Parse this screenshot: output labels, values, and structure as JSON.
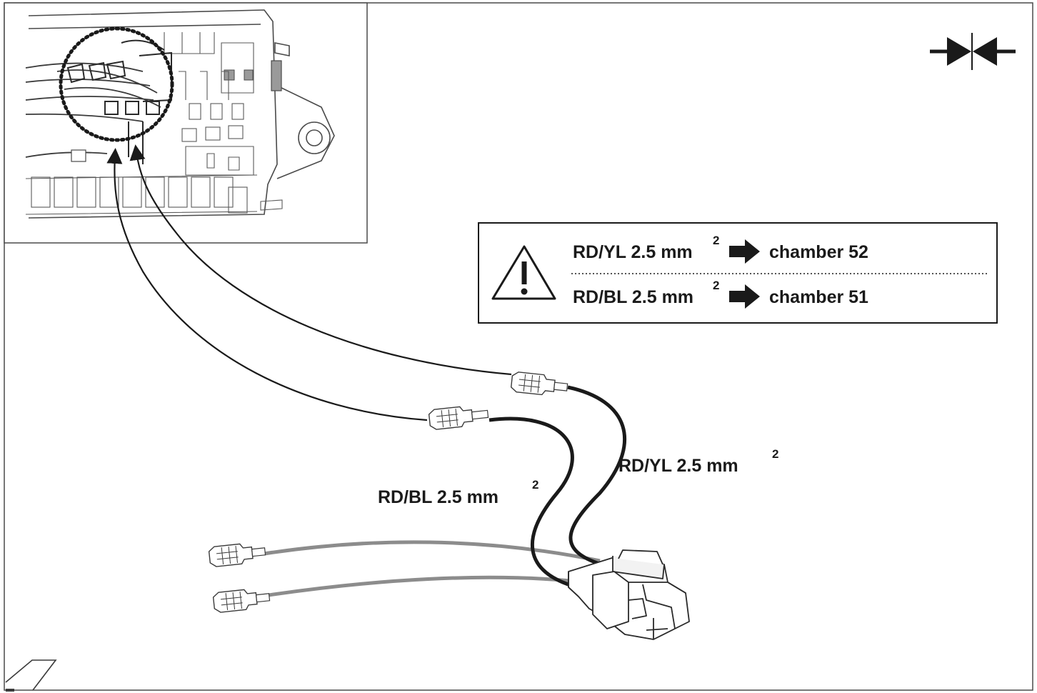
{
  "colors": {
    "wire_black": "#1a1a1a",
    "wire_grey": "#8c8c8c",
    "outline": "#4a4a4a",
    "text": "#1a1a1a"
  },
  "icons": {
    "compress": "compress-arrows-icon",
    "warning": "warning-triangle-icon",
    "arrow": "right-arrow-icon"
  },
  "notice": {
    "row1": {
      "wire": "RD/YL 2.5 mm",
      "exp": "2",
      "target": "chamber 52"
    },
    "row2": {
      "wire": "RD/BL 2.5 mm",
      "exp": "2",
      "target": "chamber 51"
    }
  },
  "labels": {
    "yellow_wire": {
      "text": "RD/YL 2.5 mm",
      "exp": "2"
    },
    "blue_wire": {
      "text": "RD/BL 2.5 mm",
      "exp": "2"
    }
  }
}
